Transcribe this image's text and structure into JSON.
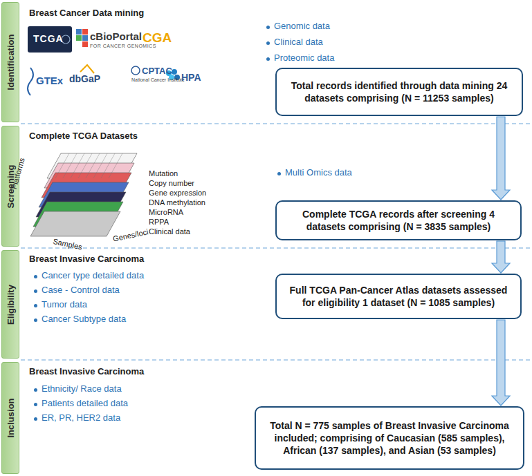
{
  "diagram": {
    "nodes": [
      {
        "text": [
          "Identification"
        ]
      },
      {
        "text": [
          "Total records identified through data mining 24 datasets comprising (N = 11253 samples)"
        ]
      },
      {
        "text": [
          "Screening"
        ]
      },
      {
        "text": [
          "Complete TCGA records after screening 4 datasets comprising (N = 3835 samples)"
        ]
      },
      {
        "text": [
          "Eligibility"
        ]
      },
      {
        "text": [
          "Full TCGA Pan-Cancer Atlas datasets assessed for eligibility 1 dataset (N = 1085 samples)"
        ]
      },
      {
        "text": [
          "Inclusion"
        ]
      },
      {
        "text": [
          "Total N = 775 samples of Breast Invasive Carcinoma included; comprising of Caucasian (585 samples), African (137 samples), and Asian (53 samples)"
        ]
      }
    ],
    "edges": [
      {
        "from": 1,
        "to": 3,
        "arrow": "to"
      },
      {
        "from": 3,
        "to": 5,
        "arrow": "to"
      },
      {
        "from": 5,
        "to": 7,
        "arrow": "to"
      }
    ],
    "labels": [
      "Breast Cancer Data mining",
      "TCGA",
      "cBioPortal",
      "FOR CANCER GENOMICS",
      "CGA",
      "GTEx",
      "dbGaP",
      "CPTAC",
      "National Cancer Institute",
      "HPA",
      "Genomic data",
      "Clinical data",
      "Proteomic data",
      "Complete TCGA Datasets",
      "Mutation",
      "Copy number",
      "Gene expression",
      "DNA methylation",
      "MicroRNA",
      "RPPA",
      "Clinical data",
      "Platforms",
      "Samples",
      "Genes/loci",
      "Multi Omics data",
      "Breast Invasive Carcinoma",
      "Cancer type detailed data",
      "Case - Control data",
      "Tumor data",
      "Cancer Subtype data",
      "Breast Invasive Carcinoma",
      "Ethnicity/ Race data",
      "Patients detailed data",
      "ER, PR, HER2 data"
    ]
  }
}
